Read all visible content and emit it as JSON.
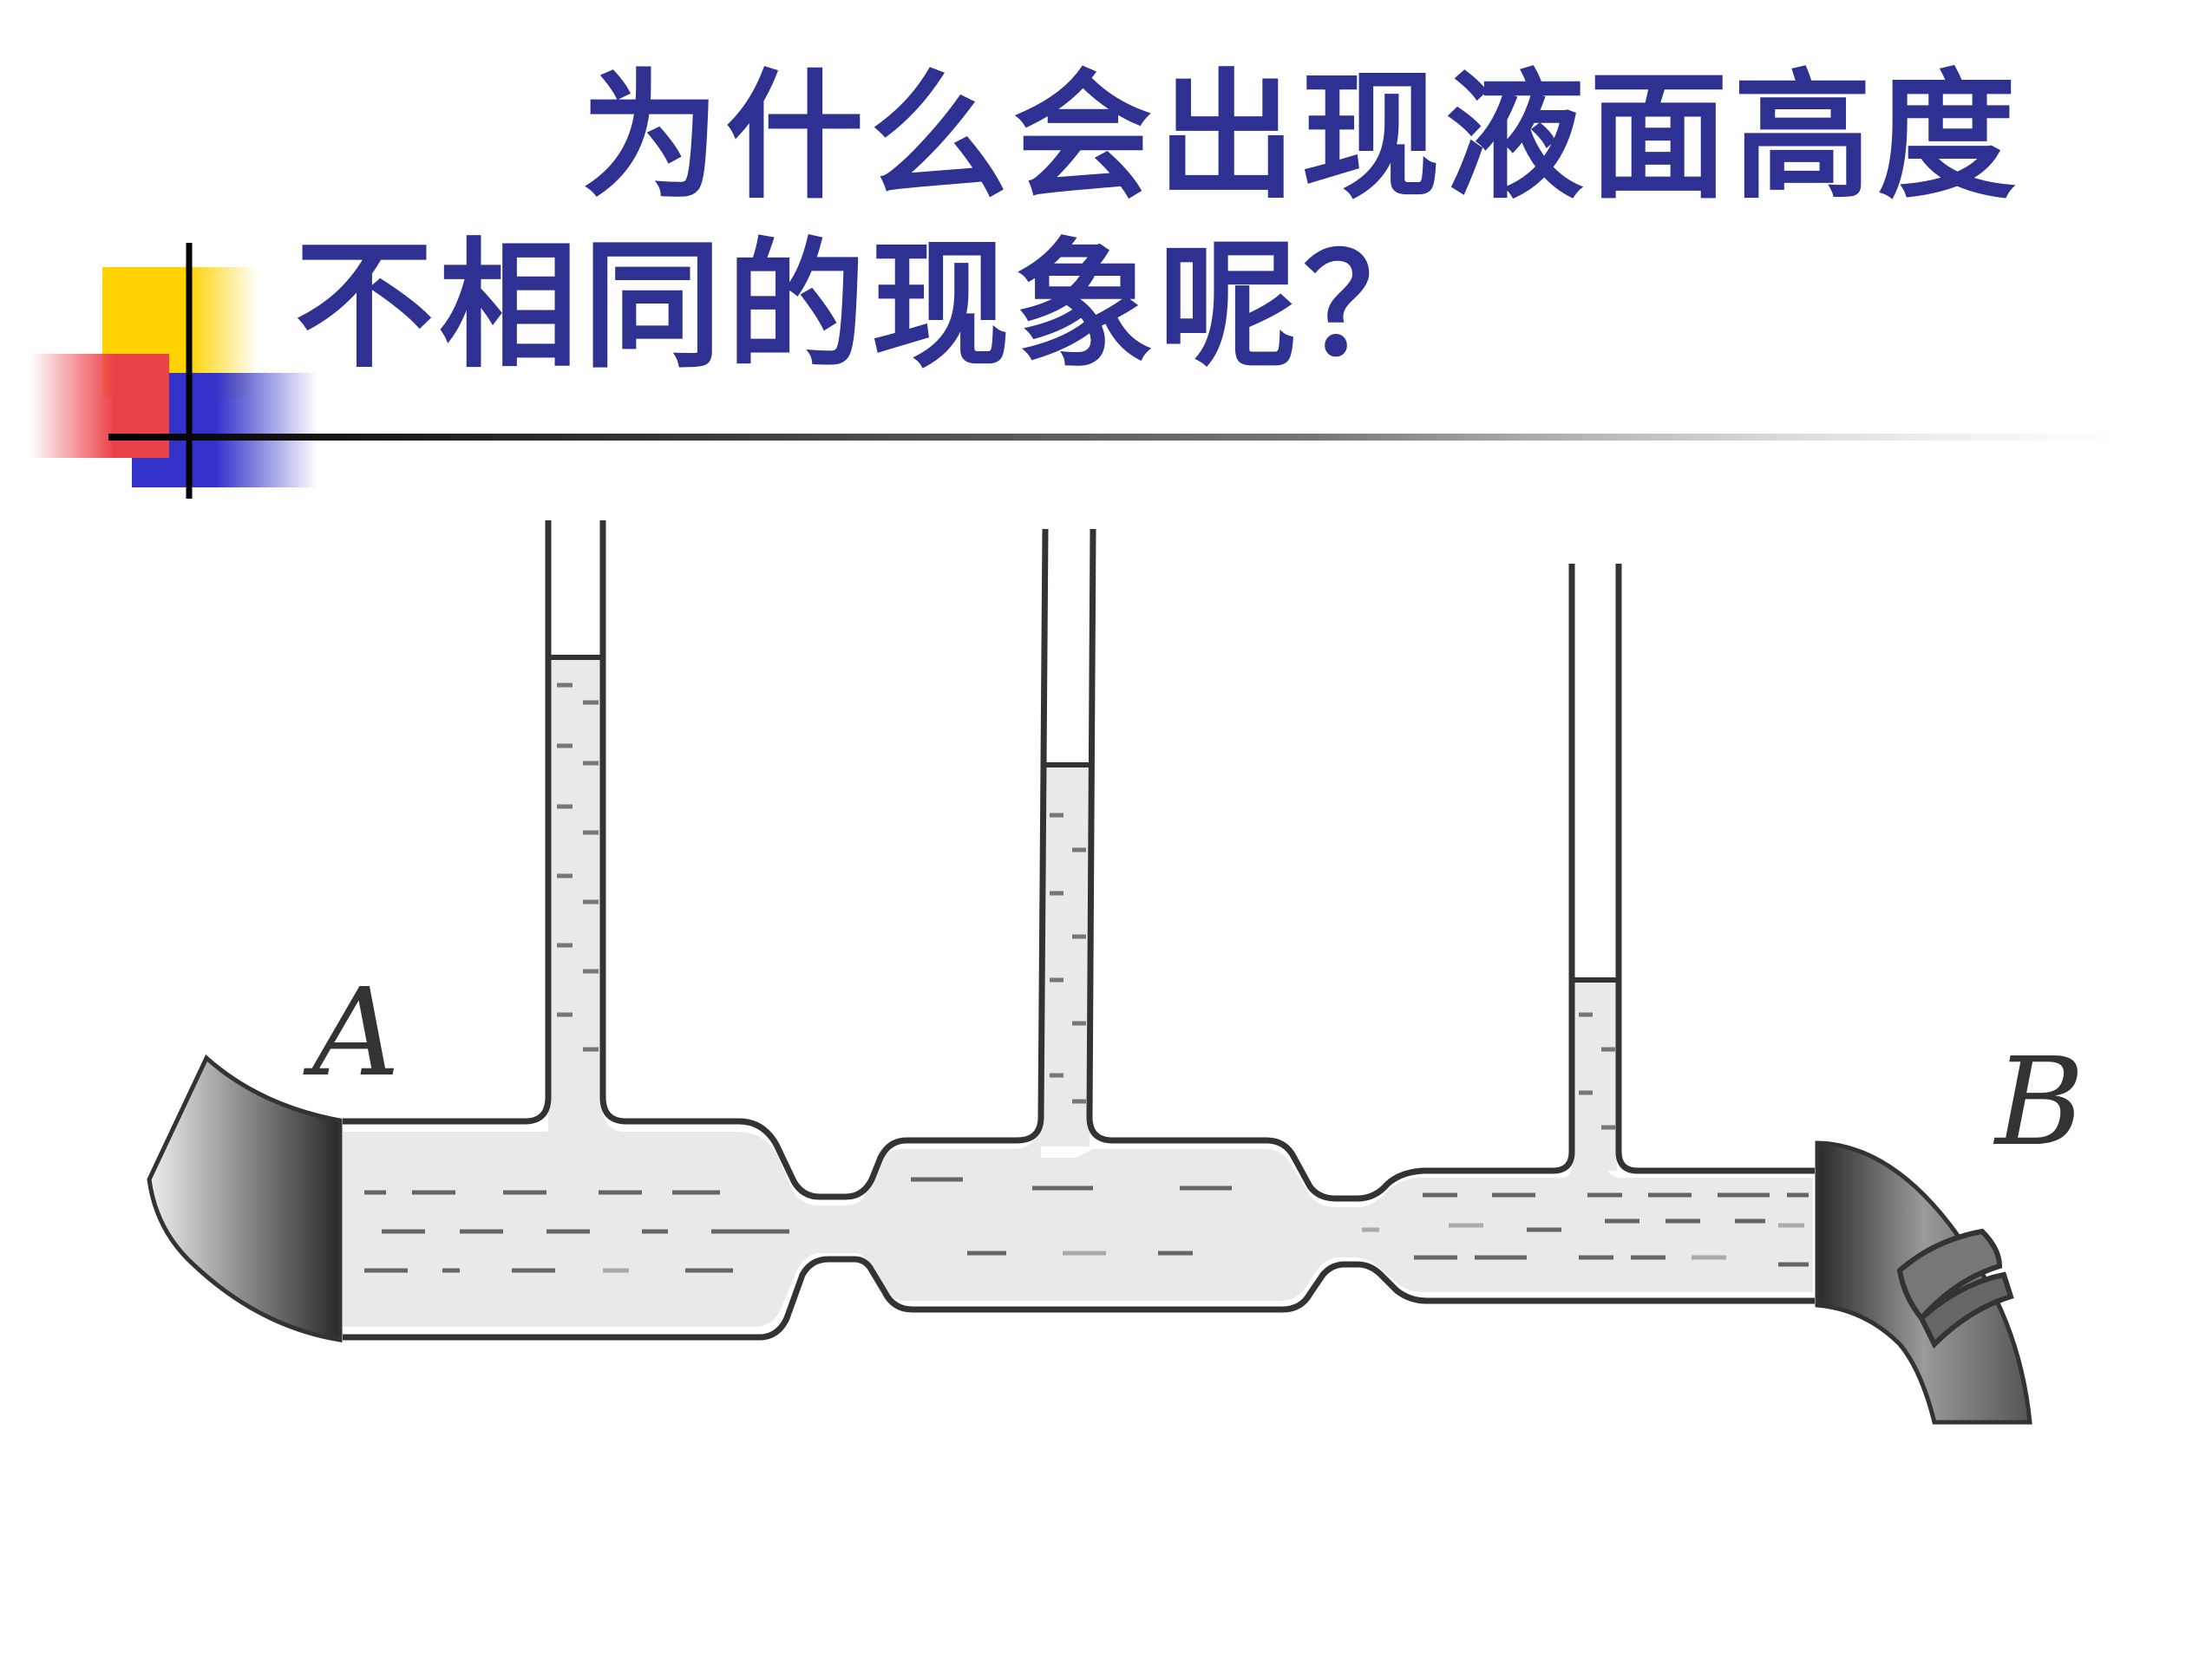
{
  "title": {
    "line1": "为什么会出现液面高度",
    "line2": "不相同的现象呢？"
  },
  "figure": {
    "label_a": "A",
    "label_b": "B",
    "tubes": 3
  },
  "colors": {
    "title": "#2E3192",
    "deco_yellow": "#FFD200",
    "deco_red": "#E8222B",
    "deco_blue": "#3333CC",
    "pipe_outline": "#333333"
  }
}
